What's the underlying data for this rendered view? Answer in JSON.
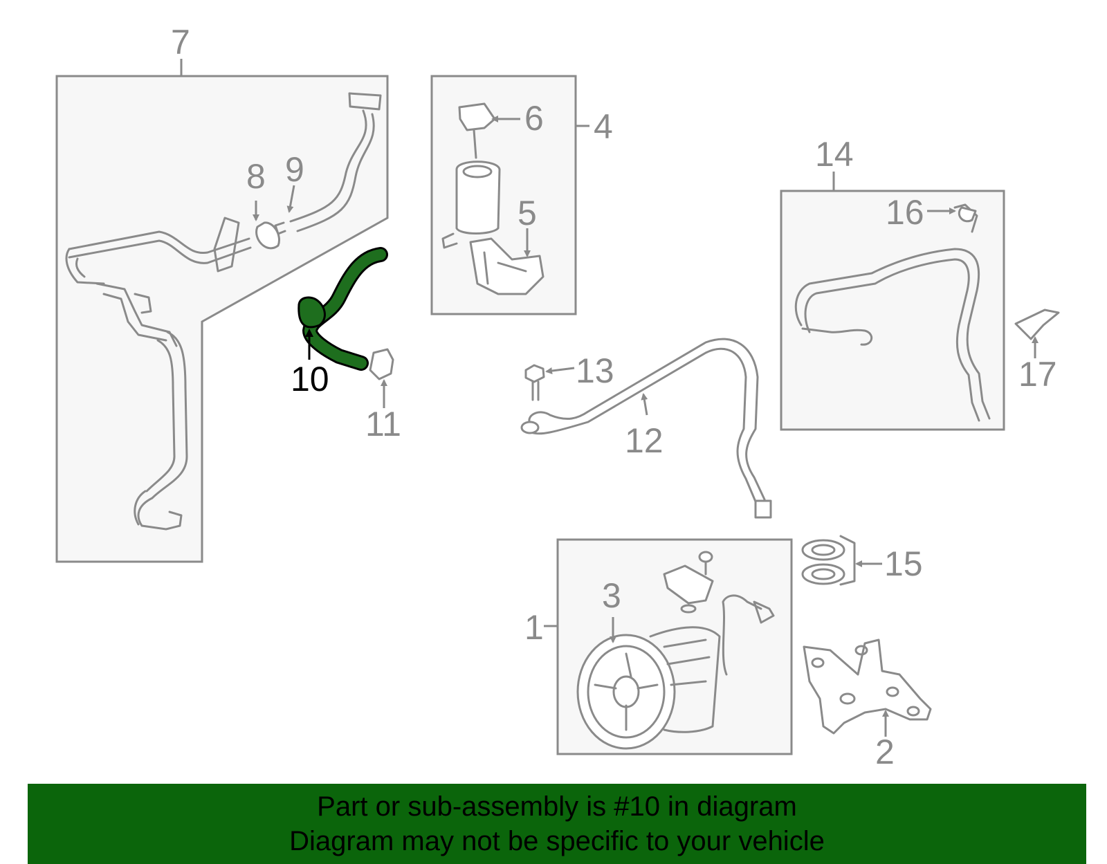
{
  "diagram": {
    "callouts": {
      "c1": "1",
      "c2": "2",
      "c3": "3",
      "c4": "4",
      "c5": "5",
      "c6": "6",
      "c7": "7",
      "c8": "8",
      "c9": "9",
      "c10": "10",
      "c11": "11",
      "c12": "12",
      "c13": "13",
      "c14": "14",
      "c15": "15",
      "c16": "16",
      "c17": "17"
    },
    "highlight_color": "#1e6e1e",
    "line_color": "#8a8a8a"
  },
  "banner": {
    "line1": "Part or sub-assembly is #10 in diagram",
    "line2": "Diagram may not be specific to your vehicle",
    "background": "#0b650b"
  }
}
